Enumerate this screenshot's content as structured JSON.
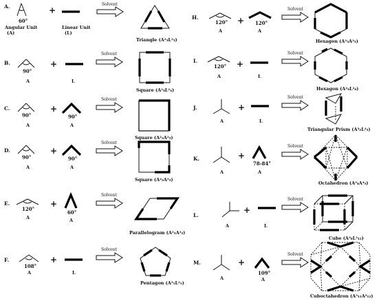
{
  "rows": [
    {
      "letter": "A.",
      "unit1_angle": "60°",
      "unit1_label": "Angular Unit",
      "unit1_sub": "(A)",
      "unit2_label": "Linear Unit",
      "unit2_sub": "(L)",
      "solvent": "Solvent",
      "product": "Triangle (A²₃L²₃)"
    },
    {
      "letter": "B.",
      "unit1_angle": "90°",
      "unit1_sub": "A",
      "unit2_sub": "L",
      "solvent": "Solvent",
      "product": "Square (A²₄L²₄)"
    },
    {
      "letter": "C.",
      "unit1_angle": "90°",
      "unit1_sub": "A",
      "unit2_angle": "90°",
      "unit2_sub": "A",
      "solvent": "Solvent",
      "product": "Square (A²₂A²₂)"
    },
    {
      "letter": "D.",
      "unit1_angle": "90°",
      "unit1_sub": "A",
      "unit2_angle": "90°",
      "unit2_sub": "A",
      "solvent": "Solvent",
      "product": "Square (A²₂A²₂)"
    },
    {
      "letter": "E.",
      "unit1_angle": "120°",
      "unit1_sub": "A",
      "unit2_angle": "60°",
      "unit2_sub": "A",
      "solvent": "Solvent",
      "product": "Parallelogram (A²₂A²₂)"
    },
    {
      "letter": "F.",
      "unit1_angle": "108°",
      "unit1_sub": "A",
      "unit2_sub": "L",
      "solvent": "Solvent",
      "product": "Pentagon (A²₅L²₅)"
    },
    {
      "letter": "H.",
      "unit1_angle": "120°",
      "unit1_sub": "A",
      "unit2_angle": "120°",
      "unit2_sub": "A",
      "solvent": "Solvent",
      "product": "Hexagon (A²₃A²₃)"
    },
    {
      "letter": "I.",
      "unit1_angle": "120°",
      "unit1_sub": "A",
      "unit2_sub": "L",
      "solvent": "Solvent",
      "product": "Hexagon (A²₆L²₆)"
    },
    {
      "letter": "J.",
      "unit1_sub": "A",
      "unit2_sub": "L",
      "solvent": "Solvent",
      "product": "Triangular Prism (A³₂L²₃)"
    },
    {
      "letter": "K.",
      "unit1_sub": "A",
      "unit2_angle": "78-84°",
      "unit2_sub": "A",
      "solvent": "Solvent",
      "product": "Octahedron (A³₄A⁴₃)"
    },
    {
      "letter": "L.",
      "unit1_sub": "A",
      "unit2_sub": "L",
      "solvent": "Solvent",
      "product": "Cube (A³₈L²₁₂)"
    },
    {
      "letter": "M.",
      "unit1_sub": "A",
      "unit2_angle": "109°",
      "unit2_sub": "A",
      "solvent": "Solvent",
      "product": "Cuboctahedron (A³₁₂A²₁₂)"
    }
  ]
}
